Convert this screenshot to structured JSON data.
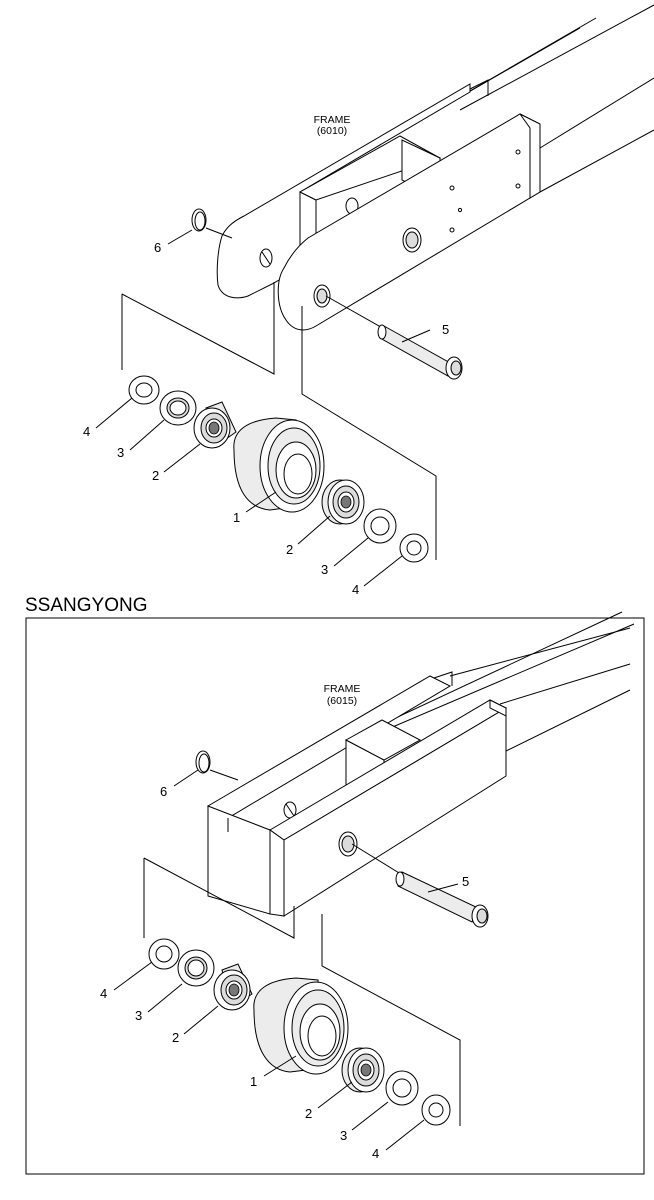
{
  "top": {
    "frame_label": "FRAME",
    "frame_code": "(6010)",
    "parts": [
      "1",
      "2",
      "2",
      "3",
      "3",
      "4",
      "4",
      "5",
      "6"
    ]
  },
  "section_title": "SSANGYONG",
  "bottom": {
    "frame_label": "FRAME",
    "frame_code": "(6015)",
    "parts": [
      "1",
      "2",
      "2",
      "3",
      "3",
      "4",
      "4",
      "5",
      "6"
    ]
  }
}
